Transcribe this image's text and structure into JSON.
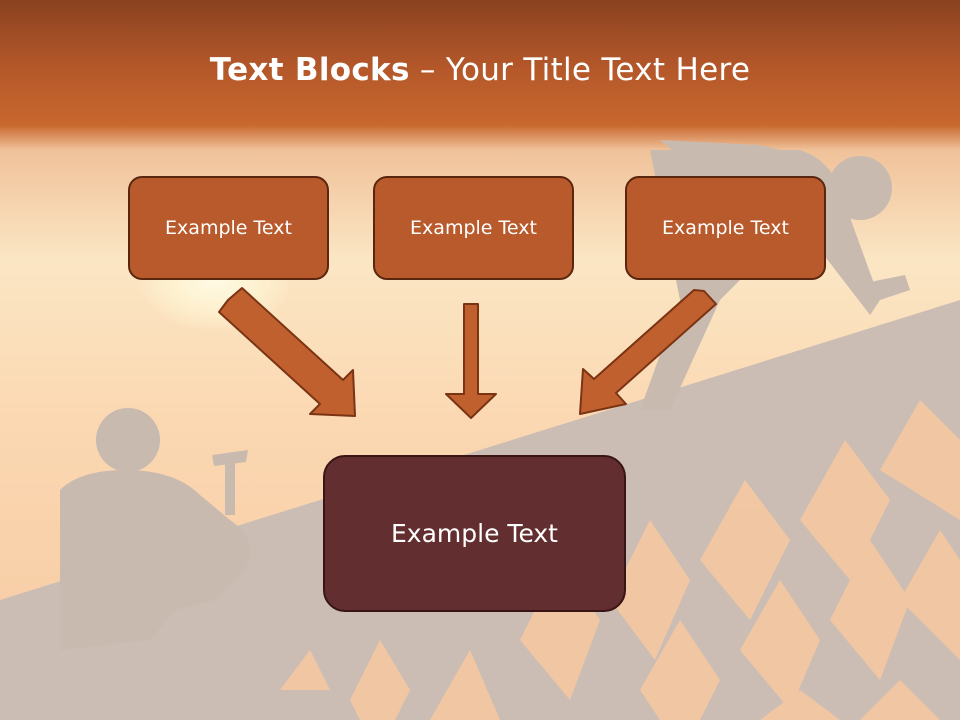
{
  "slide": {
    "title_bold": "Text Blocks",
    "title_rest": " – Your Title Text Here",
    "box_labels": [
      "Example Text",
      "Example Text",
      "Example Text"
    ],
    "main_box_label": "Example Text"
  },
  "colors": {
    "box_fill": "#b85a2b",
    "box_border": "#5a2610",
    "main_box_fill": "#622e30",
    "arrow_fill": "#c0602e",
    "silhouette": "#cdbfb5"
  }
}
